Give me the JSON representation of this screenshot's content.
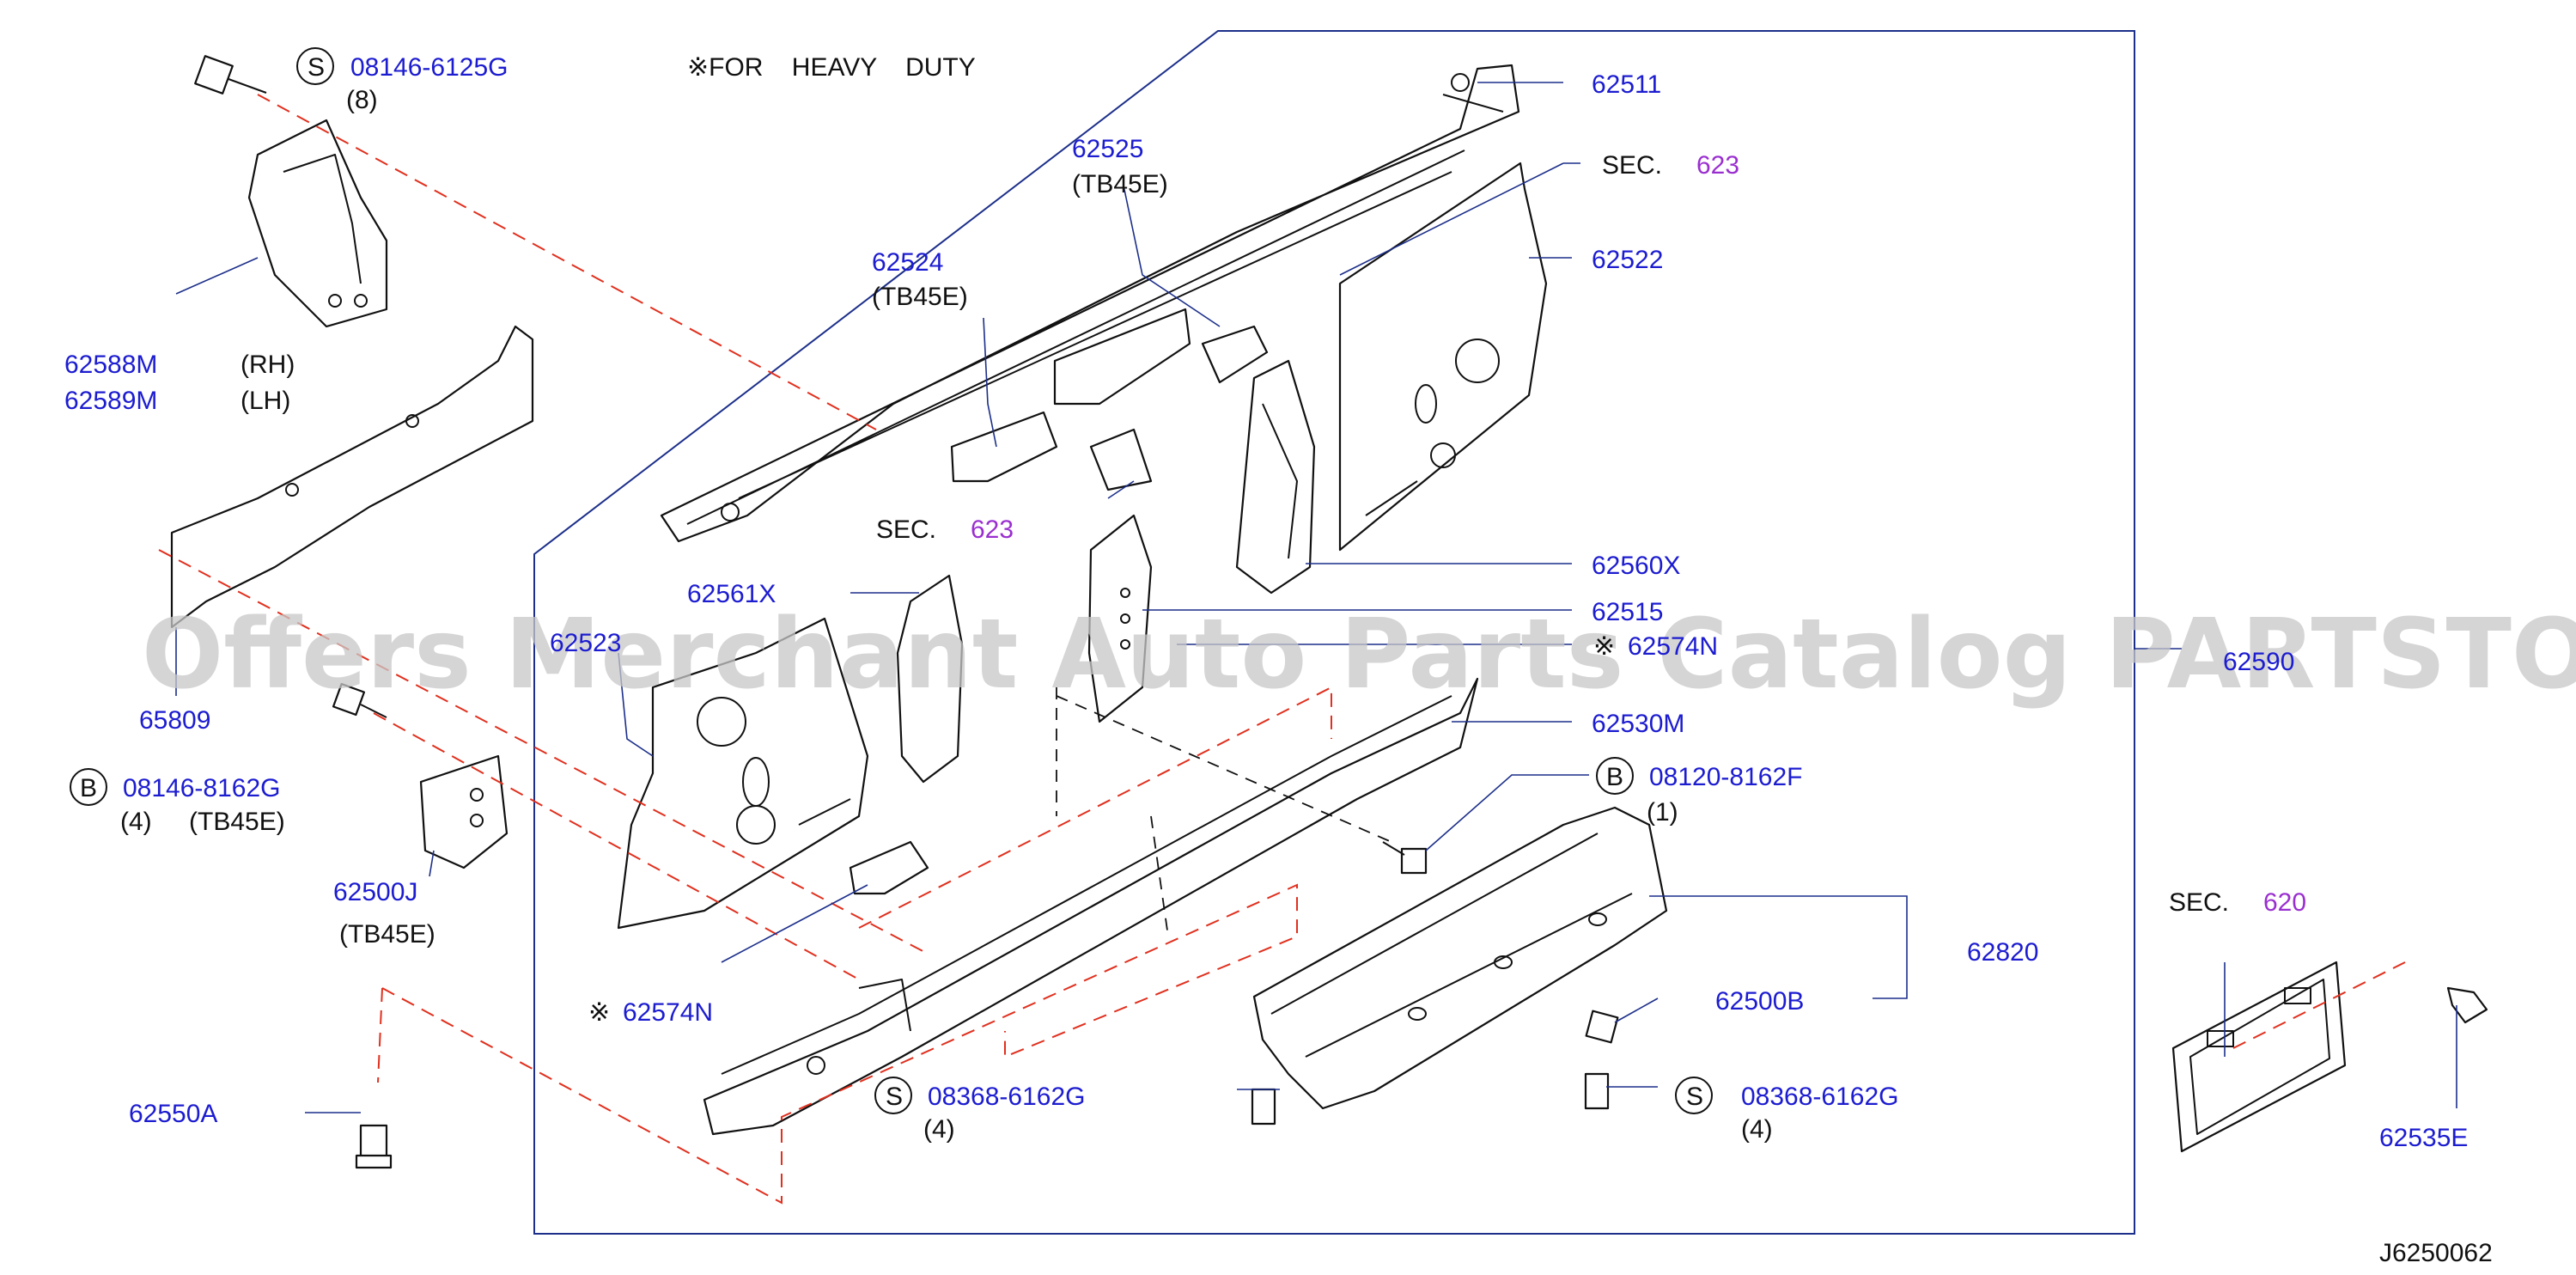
{
  "header_note": "※FOR    HEAVY    DUTY",
  "watermark": "Offers Merchant Auto Parts Catalog PARTSTORE.SA",
  "drawing_code": "J6250062",
  "parts": {
    "p62511": "62511",
    "p62525": "62525",
    "p62525_note": "(TB45E)",
    "p62524": "62524",
    "p62524_note": "(TB45E)",
    "p62522": "62522",
    "p62560x": "62560X",
    "p62515": "62515",
    "p62561x": "62561X",
    "p62523": "62523",
    "p62574n_top": "62574N",
    "p62574n_top_mark": "※",
    "p62574n_low": "62574N",
    "p62574n_low_mark": "※",
    "p62530m": "62530M",
    "p62590": "62590",
    "p62588m": "62588M",
    "p62588m_side": "(RH)",
    "p62589m": "62589M",
    "p62589m_side": "(LH)",
    "p65809": "65809",
    "p62500j": "62500J",
    "p62500j_note": "(TB45E)",
    "p62550a": "62550A",
    "p62820": "62820",
    "p62500b": "62500B",
    "p62535e": "62535E"
  },
  "fasteners": {
    "f1": {
      "mark": "S",
      "code": "08146-6125G",
      "qty": "(8)"
    },
    "f2": {
      "mark": "B",
      "code": "08146-8162G",
      "qty": "(4)",
      "note": "(TB45E)"
    },
    "f3": {
      "mark": "B",
      "code": "08120-8162F",
      "qty": "(1)"
    },
    "f4": {
      "mark": "S",
      "code": "08368-6162G",
      "qty": "(4)"
    },
    "f5": {
      "mark": "S",
      "code": "08368-6162G",
      "qty": "(4)"
    }
  },
  "sections": {
    "sec623_top": {
      "prefix": "SEC.",
      "num": "623"
    },
    "sec623_mid": {
      "prefix": "SEC.",
      "num": "623"
    },
    "sec620": {
      "prefix": "SEC.",
      "num": "620"
    }
  },
  "colors": {
    "part_number": "#1c1cd0",
    "section_number": "#9a2fd0",
    "leader": "#1c2f8a",
    "hidden_line": "#e0301e"
  }
}
